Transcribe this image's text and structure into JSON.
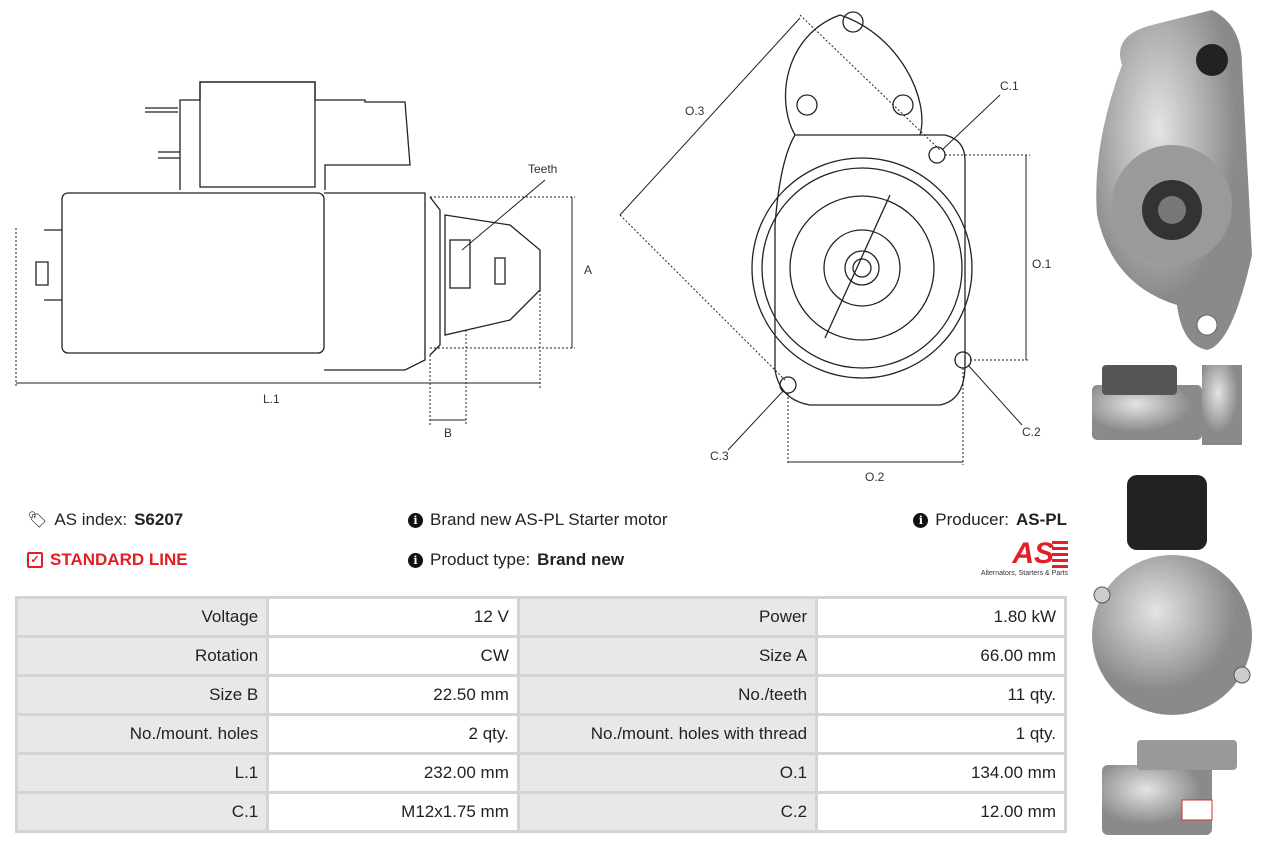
{
  "diagram_labels": {
    "teeth": "Teeth",
    "a": "A",
    "b": "B",
    "l1": "L.1",
    "o3": "O.3",
    "c1": "C.1",
    "o1": "O.1",
    "c2": "C.2",
    "c3": "C.3",
    "o2": "O.2"
  },
  "info": {
    "as_index_label": "AS index:",
    "as_index_value": "S6207",
    "line": "STANDARD LINE",
    "description": "Brand new AS-PL Starter motor",
    "product_type_label": "Product type:",
    "product_type_value": "Brand new",
    "producer_label": "Producer:",
    "producer_value": "AS-PL",
    "logo_text": "AS",
    "logo_tagline": "Alternators, Starters & Parts"
  },
  "colors": {
    "accent": "#e31e24"
  },
  "specs": [
    [
      {
        "label": "Voltage",
        "value": "12 V"
      },
      {
        "label": "Power",
        "value": "1.80 kW"
      }
    ],
    [
      {
        "label": "Rotation",
        "value": "CW"
      },
      {
        "label": "Size A",
        "value": "66.00 mm"
      }
    ],
    [
      {
        "label": "Size B",
        "value": "22.50 mm"
      },
      {
        "label": "No./teeth",
        "value": "11 qty."
      }
    ],
    [
      {
        "label": "No./mount. holes",
        "value": "2 qty."
      },
      {
        "label": "No./mount. holes with thread",
        "value": "1 qty."
      }
    ],
    [
      {
        "label": "L.1",
        "value": "232.00 mm"
      },
      {
        "label": "O.1",
        "value": "134.00 mm"
      }
    ],
    [
      {
        "label": "C.1",
        "value": "M12x1.75 mm"
      },
      {
        "label": "C.2",
        "value": "12.00 mm"
      }
    ]
  ]
}
